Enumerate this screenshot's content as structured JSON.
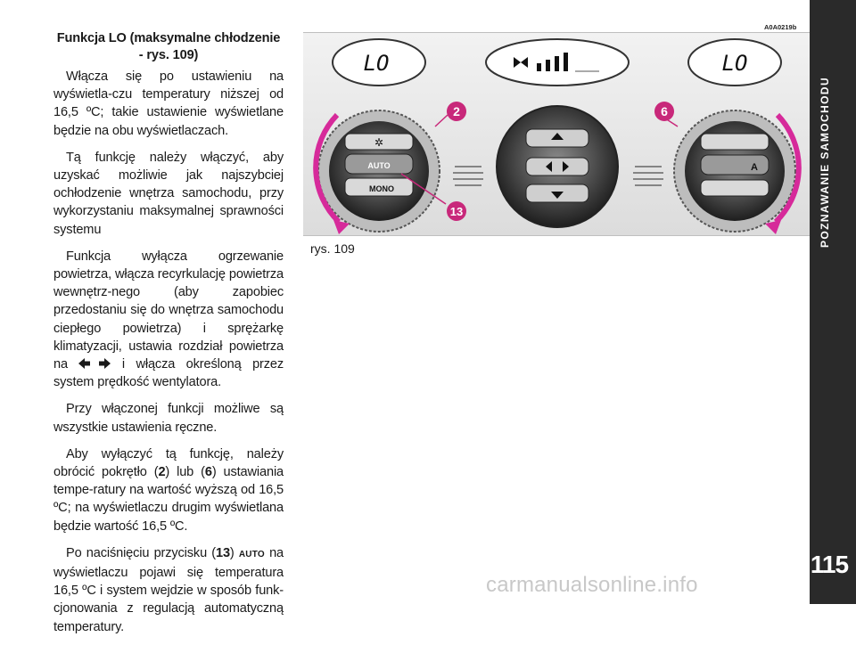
{
  "section_title": "POZNAWANIE SAMOCHODU",
  "page_number": "115",
  "figure": {
    "code": "A0A0219b",
    "caption": "rys. 109",
    "display_left": "LO",
    "display_right": "LO",
    "knob_labels": {
      "auto": "AUTO",
      "mono": "MONO",
      "a": "A"
    },
    "callouts": {
      "left_knob": "2",
      "right_knob": "6",
      "auto_button": "13"
    }
  },
  "watermark": "carmanualsonline.info",
  "text": {
    "heading": "Funkcja LO (maksymalne chłodzenie - rys. 109)",
    "p1": "Włącza się po ustawieniu na wyświetla-czu temperatury niższej od 16,5 ºC; takie ustawienie wyświetlane będzie na obu wyświetlaczach.",
    "p2": "Tą funkcję należy włączyć, aby uzyskać możliwie jak najszybciej ochłodzenie wnętrza samochodu, przy wykorzystaniu maksymalnej sprawności systemu",
    "p3_a": "Funkcja wyłącza ogrzewanie powietrza, włącza recyrkulację powietrza wewnętrz-nego (aby zapobiec przedostaniu się do wnętrza samochodu ciepłego powietrza) i sprężarkę klimatyzacji, ustawia rozdział powietrza na",
    "p3_b": "i włącza określoną przez system prędkość wentylatora.",
    "p4": "Przy włączonej funkcji możliwe są wszystkie ustawienia ręczne.",
    "p5_a": "Aby wyłączyć tą funkcję, należy obrócić pokrętło (",
    "p5_ref1": "2",
    "p5_b": ") lub (",
    "p5_ref2": "6",
    "p5_c": ") ustawiania tempe-ratury na wartość wyższą od 16,5 ºC; na wyświetlaczu drugim wyświetlana będzie wartość 16,5 ºC.",
    "p6_a": "Po naciśnięciu przycisku (",
    "p6_ref": "13",
    "p6_b": ")",
    "p6_auto": "AUTO",
    "p6_c": "na wyświetlaczu pojawi się temperatura 16,5 ºC i system wejdzie w sposób funk-cjonowania z regulacją automatyczną temperatury."
  },
  "colors": {
    "sidebar": "#2a2a2a",
    "callout": "#c8287a",
    "arc": "#d62a9a"
  }
}
